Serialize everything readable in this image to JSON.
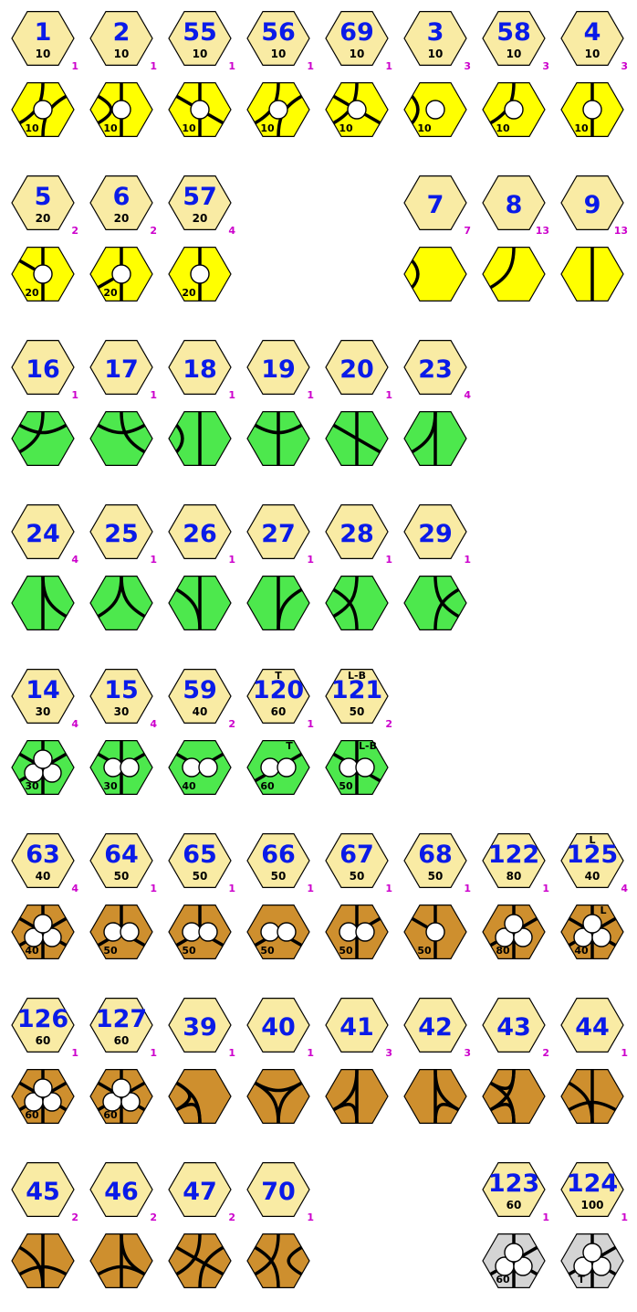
{
  "colors": {
    "info": "#f9eba4",
    "yellow": "#ffff00",
    "green": "#4de84d",
    "brown": "#ce8f2e",
    "grey": "#d4d4d4",
    "number": "#0a1be8",
    "count": "#cc00cc",
    "track": "#000000"
  },
  "tiles": [
    {
      "num": "1",
      "value": "10",
      "count": "1",
      "color": "yellow",
      "tracks": [
        "C:1-3",
        "C:4-0"
      ],
      "tile_labels": [
        "10"
      ]
    },
    {
      "num": "2",
      "value": "10",
      "count": "1",
      "color": "yellow",
      "tracks": [
        "S:0-3",
        "C:4-5"
      ],
      "tile_labels": [
        "10"
      ]
    },
    {
      "num": "55",
      "value": "10",
      "count": "1",
      "color": "yellow",
      "tracks": [
        "S:0-3",
        "S:5-2"
      ],
      "tile_labels": [
        "10"
      ]
    },
    {
      "num": "56",
      "value": "10",
      "count": "1",
      "color": "yellow",
      "tracks": [
        "C:1-3",
        "C:0-4"
      ],
      "tile_labels": [
        "10"
      ]
    },
    {
      "num": "69",
      "value": "10",
      "count": "1",
      "color": "yellow",
      "tracks": [
        "S:5-2",
        "C:0-4"
      ],
      "tile_labels": [
        "10"
      ]
    },
    {
      "num": "3",
      "value": "10",
      "count": "3",
      "color": "yellow",
      "tracks": [
        "T:4-5"
      ],
      "tile_labels": [
        "10"
      ]
    },
    {
      "num": "58",
      "value": "10",
      "count": "3",
      "color": "yellow",
      "tracks": [
        "C:0-4"
      ],
      "tile_labels": [
        "10"
      ]
    },
    {
      "num": "4",
      "value": "10",
      "count": "3",
      "color": "yellow",
      "tracks": [
        "S:0-3"
      ],
      "tile_labels": [
        "10"
      ]
    },
    {
      "num": "5",
      "value": "20",
      "count": "2",
      "color": "yellow",
      "tracks": [
        "S:0-3",
        "C:5-c"
      ],
      "tile_labels": [
        "20"
      ]
    },
    {
      "num": "6",
      "value": "20",
      "count": "2",
      "color": "yellow",
      "tracks": [
        "S:0-3",
        "C:4-c"
      ],
      "tile_labels": [
        "20"
      ]
    },
    {
      "num": "57",
      "value": "20",
      "count": "4",
      "color": "yellow",
      "tracks": [
        "S:0-3"
      ],
      "tile_labels": [
        "20"
      ]
    },
    {
      "num": "7",
      "value": "",
      "count": "7",
      "color": "yellow",
      "tracks": [
        "T:4-5"
      ],
      "tile_labels": []
    },
    {
      "num": "8",
      "value": "",
      "count": "13",
      "color": "yellow",
      "tracks": [
        "C:0-4"
      ],
      "tile_labels": []
    },
    {
      "num": "9",
      "value": "",
      "count": "13",
      "color": "yellow",
      "tracks": [
        "S:0-3"
      ],
      "tile_labels": []
    },
    {
      "num": "16",
      "value": "",
      "count": "1",
      "color": "green",
      "tracks": [
        "C:4-0",
        "C:5-1"
      ],
      "tile_labels": []
    },
    {
      "num": "17",
      "value": "",
      "count": "1",
      "color": "green",
      "tracks": [
        "C:5-1",
        "C:0-2"
      ],
      "tile_labels": []
    },
    {
      "num": "18",
      "value": "",
      "count": "1",
      "color": "green",
      "tracks": [
        "S:0-3",
        "T:4-5"
      ],
      "tile_labels": []
    },
    {
      "num": "19",
      "value": "",
      "count": "1",
      "color": "green",
      "tracks": [
        "S:0-3",
        "C:5-1"
      ],
      "tile_labels": []
    },
    {
      "num": "20",
      "value": "",
      "count": "1",
      "color": "green",
      "tracks": [
        "S:0-3",
        "S:5-2"
      ],
      "tile_labels": []
    },
    {
      "num": "23",
      "value": "",
      "count": "4",
      "color": "green",
      "tracks": [
        "S:0-3",
        "C:4-0"
      ],
      "tile_labels": []
    },
    {
      "num": "24",
      "value": "",
      "count": "4",
      "color": "green",
      "tracks": [
        "S:0-3",
        "C:2-0"
      ],
      "tile_labels": []
    },
    {
      "num": "25",
      "value": "",
      "count": "1",
      "color": "green",
      "tracks": [
        "C:4-0",
        "C:2-0"
      ],
      "tile_labels": []
    },
    {
      "num": "26",
      "value": "",
      "count": "1",
      "color": "green",
      "tracks": [
        "S:0-3",
        "C:5-3"
      ],
      "tile_labels": []
    },
    {
      "num": "27",
      "value": "",
      "count": "1",
      "color": "green",
      "tracks": [
        "S:0-3",
        "C:1-3"
      ],
      "tile_labels": []
    },
    {
      "num": "28",
      "value": "",
      "count": "1",
      "color": "green",
      "tracks": [
        "C:5-3",
        "C:4-0"
      ],
      "tile_labels": []
    },
    {
      "num": "29",
      "value": "",
      "count": "1",
      "color": "green",
      "tracks": [
        "C:1-3",
        "C:2-0"
      ],
      "tile_labels": []
    },
    {
      "num": "14",
      "value": "30",
      "count": "4",
      "color": "green",
      "tracks": [
        "C:5-c",
        "C:0-c",
        "C:1-c",
        "C:4-c",
        "C:3-c"
      ],
      "tile_labels": [
        "30"
      ]
    },
    {
      "num": "15",
      "value": "30",
      "count": "4",
      "color": "green",
      "tracks": [
        "S:0-3",
        "C:5-c",
        "C:1-c"
      ],
      "tile_labels": [
        "30"
      ]
    },
    {
      "num": "59",
      "value": "40",
      "count": "2",
      "color": "green",
      "tracks": [
        "C:5-c",
        "C:1-c"
      ],
      "tile_labels": [
        "40"
      ]
    },
    {
      "num": "120",
      "value": "60",
      "count": "1",
      "color": "green",
      "tracks": [
        "C:1-c",
        "C:4-c"
      ],
      "tile_labels": [
        "60",
        "T"
      ],
      "top_label": "T"
    },
    {
      "num": "121",
      "value": "50",
      "count": "2",
      "color": "green",
      "tracks": [
        "S:0-3",
        "C:5-c",
        "C:2-c"
      ],
      "tile_labels": [
        "50",
        "L-B"
      ],
      "top_label": "L-B"
    },
    {
      "num": "63",
      "value": "40",
      "count": "4",
      "color": "brown",
      "tracks": [
        "S:0-3",
        "C:5-c",
        "C:1-c",
        "C:4-c",
        "C:2-c"
      ],
      "tile_labels": [
        "40"
      ]
    },
    {
      "num": "64",
      "value": "50",
      "count": "1",
      "color": "brown",
      "tracks": [
        "C:0-c",
        "C:4-c",
        "C:2-c"
      ],
      "tile_labels": [
        "50"
      ]
    },
    {
      "num": "65",
      "value": "50",
      "count": "1",
      "color": "brown",
      "tracks": [
        "C:0-c",
        "C:4-c",
        "C:2-c"
      ],
      "tile_labels": [
        "50"
      ]
    },
    {
      "num": "66",
      "value": "50",
      "count": "1",
      "color": "brown",
      "tracks": [
        "C:4-c",
        "C:2-c"
      ],
      "tile_labels": [
        "50"
      ]
    },
    {
      "num": "67",
      "value": "50",
      "count": "1",
      "color": "brown",
      "tracks": [
        "C:0-c",
        "C:1-c",
        "C:3-c"
      ],
      "tile_labels": [
        "50"
      ]
    },
    {
      "num": "68",
      "value": "50",
      "count": "1",
      "color": "brown",
      "tracks": [
        "S:0-3",
        "C:5-c"
      ],
      "tile_labels": [
        "50"
      ]
    },
    {
      "num": "122",
      "value": "80",
      "count": "1",
      "color": "brown",
      "tracks": [
        "C:0-c",
        "C:1-c",
        "C:4-c",
        "C:3-c"
      ],
      "tile_labels": [
        "80"
      ]
    },
    {
      "num": "125",
      "value": "40",
      "count": "4",
      "color": "brown",
      "tracks": [
        "S:0-3",
        "C:5-c",
        "C:1-c",
        "C:4-c",
        "C:2-c"
      ],
      "tile_labels": [
        "40",
        "L"
      ],
      "top_label": "L"
    },
    {
      "num": "126",
      "value": "60",
      "count": "1",
      "color": "brown",
      "tracks": [
        "S:0-3",
        "C:5-c",
        "C:1-c",
        "C:4-c",
        "C:2-c"
      ],
      "tile_labels": [
        "60"
      ]
    },
    {
      "num": "127",
      "value": "60",
      "count": "1",
      "color": "brown",
      "tracks": [
        "S:0-3",
        "C:5-c",
        "C:1-c",
        "C:4-c",
        "C:2-c"
      ],
      "tile_labels": [
        "60"
      ]
    },
    {
      "num": "39",
      "value": "",
      "count": "1",
      "color": "brown",
      "tracks": [
        "C:4-5",
        "C:5-3",
        "C:4-3"
      ],
      "tile_labels": []
    },
    {
      "num": "40",
      "value": "",
      "count": "1",
      "color": "brown",
      "tracks": [
        "C:5-1",
        "C:1-3",
        "C:3-5"
      ],
      "tile_labels": []
    },
    {
      "num": "41",
      "value": "",
      "count": "3",
      "color": "brown",
      "tracks": [
        "S:0-3",
        "C:4-0",
        "C:4-3"
      ],
      "tile_labels": []
    },
    {
      "num": "42",
      "value": "",
      "count": "3",
      "color": "brown",
      "tracks": [
        "S:0-3",
        "C:2-0",
        "C:2-3"
      ],
      "tile_labels": []
    },
    {
      "num": "43",
      "value": "",
      "count": "2",
      "color": "brown",
      "tracks": [
        "C:4-0",
        "C:5-3",
        "C:4-3",
        "C:5-0"
      ],
      "tile_labels": []
    },
    {
      "num": "44",
      "value": "",
      "count": "1",
      "color": "brown",
      "tracks": [
        "S:0-3",
        "C:4-2",
        "C:5-3"
      ],
      "tile_labels": []
    },
    {
      "num": "45",
      "value": "",
      "count": "2",
      "color": "brown",
      "tracks": [
        "S:0-3",
        "C:4-2",
        "C:5-3"
      ],
      "tile_labels": []
    },
    {
      "num": "46",
      "value": "",
      "count": "2",
      "color": "brown",
      "tracks": [
        "S:0-3",
        "C:4-2",
        "C:2-0"
      ],
      "tile_labels": []
    },
    {
      "num": "47",
      "value": "",
      "count": "2",
      "color": "brown",
      "tracks": [
        "S:5-2",
        "C:4-0",
        "C:1-3"
      ],
      "tile_labels": []
    },
    {
      "num": "70",
      "value": "",
      "count": "1",
      "color": "brown",
      "tracks": [
        "C:4-0",
        "C:5-3",
        "C:1-2"
      ],
      "tile_labels": []
    },
    {
      "num": "123",
      "value": "60",
      "count": "1",
      "color": "grey",
      "tracks": [
        "C:0-c",
        "C:1-c",
        "C:4-c",
        "C:3-c",
        "C:2-c"
      ],
      "tile_labels": [
        "60"
      ]
    },
    {
      "num": "124",
      "value": "100",
      "count": "1",
      "color": "grey",
      "tracks": [
        "C:0-c",
        "C:1-c",
        "C:4-c",
        "C:3-c",
        "C:2-c"
      ],
      "tile_labels": [
        "T"
      ]
    }
  ]
}
